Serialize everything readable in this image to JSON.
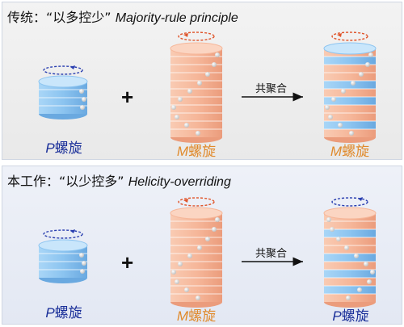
{
  "top": {
    "heading_cn": "传统：“以多控少”",
    "heading_en": "Majority-rule principle",
    "caption_left_symbol": "P",
    "caption_left_text": "螺旋",
    "caption_mid_symbol": "M",
    "caption_mid_text": "螺旋",
    "caption_right_symbol": "M",
    "caption_right_text": "螺旋",
    "plus": "+",
    "arrow_label": "共聚合"
  },
  "bottom": {
    "heading_cn": "本工作：“以少控多”",
    "heading_en": "Helicity-overriding",
    "caption_left_symbol": "P",
    "caption_left_text": "螺旋",
    "caption_mid_symbol": "M",
    "caption_mid_text": "螺旋",
    "caption_right_symbol": "P",
    "caption_right_text": "螺旋",
    "plus": "+",
    "arrow_label": "共聚合"
  },
  "colors": {
    "blue_disc": "#8cc4f0",
    "orange_disc": "#f6b79a",
    "blue_text": "#1a2f99",
    "orange_text": "#e08a2c",
    "rotation_blue": "#2a3fb0",
    "rotation_orange": "#e0552b"
  }
}
